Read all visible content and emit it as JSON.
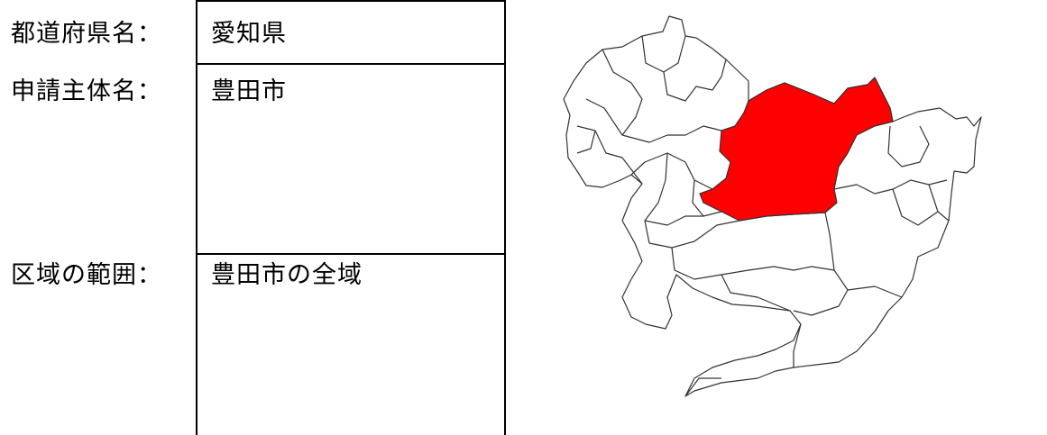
{
  "form": {
    "prefecture_label": "都道府県名：",
    "prefecture_value": "愛知県",
    "applicant_label": "申請主体名：",
    "applicant_value": "豊田市",
    "area_label": "区域の範囲：",
    "area_value": "豊田市の全域"
  },
  "map": {
    "highlight_color": "#ff0000",
    "border_color": "#333333",
    "base_fill": "#ffffff"
  }
}
